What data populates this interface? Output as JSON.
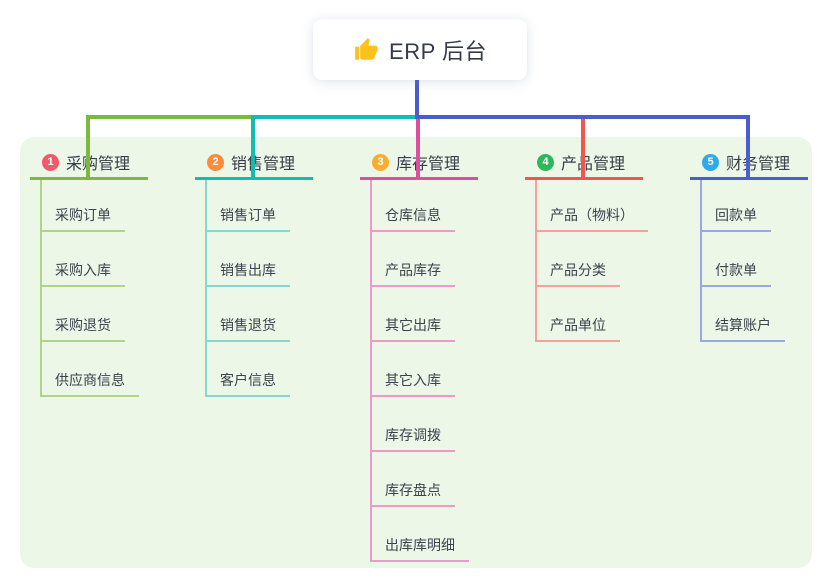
{
  "root": {
    "title": "ERP 后台",
    "icon": "thumbs-up-icon",
    "icon_color": "#fcc21b"
  },
  "canvas": {
    "panel_background": "#ecf7e7",
    "page_background": "#ffffff",
    "trunk_line_color": "#4a5cce"
  },
  "branches": [
    {
      "badge": "1",
      "title": "采购管理",
      "badge_color": "#f2596b",
      "line_color": "#7cba3f",
      "line_color_light": "#afd488",
      "children": [
        "采购订单",
        "采购入库",
        "采购退货",
        "供应商信息"
      ]
    },
    {
      "badge": "2",
      "title": "销售管理",
      "badge_color": "#fb8c3e",
      "line_color": "#10bdb0",
      "line_color_light": "#84d8d0",
      "children": [
        "销售订单",
        "销售出库",
        "销售退货",
        "客户信息"
      ]
    },
    {
      "badge": "3",
      "title": "库存管理",
      "badge_color": "#fbad2f",
      "line_color": "#dd4e9e",
      "line_color_light": "#ec9bc9",
      "children": [
        "仓库信息",
        "产品库存",
        "其它出库",
        "其它入库",
        "库存调拨",
        "库存盘点",
        "出库库明细"
      ]
    },
    {
      "badge": "4",
      "title": "产品管理",
      "badge_color": "#2eb85c",
      "line_color": "#f2554f",
      "line_color_light": "#f8a09b",
      "children": [
        "产品（物料）",
        "产品分类",
        "产品单位"
      ]
    },
    {
      "badge": "5",
      "title": "财务管理",
      "badge_color": "#2ea9e9",
      "line_color": "#4a5cce",
      "line_color_light": "#99a7e4",
      "children": [
        "回款单",
        "付款单",
        "结算账户"
      ]
    }
  ]
}
